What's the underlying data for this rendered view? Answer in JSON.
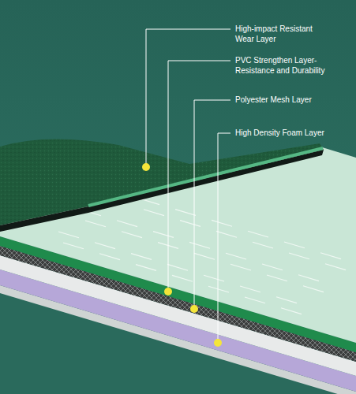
{
  "diagram": {
    "labels": [
      "High-impact Resistant Wear Layer",
      "PVC Strengthen Layer- Resistance and Durability",
      "Polyester Mesh Layer",
      "High Density Foam Layer"
    ]
  }
}
